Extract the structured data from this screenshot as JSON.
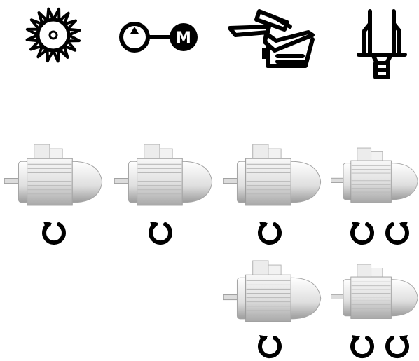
{
  "application_icons": [
    {
      "name": "saw-blade-icon"
    },
    {
      "name": "pump-motor-icon",
      "motor_letter": "M"
    },
    {
      "name": "press-machine-icon"
    },
    {
      "name": "fork-lift-icon"
    }
  ],
  "motor_rows": [
    {
      "motors": [
        {
          "rotations": [
            "clockwise"
          ]
        },
        {
          "rotations": [
            "clockwise"
          ]
        },
        {
          "rotations": [
            "clockwise"
          ]
        },
        {
          "rotations": [
            "clockwise",
            "counterclockwise"
          ]
        }
      ]
    },
    {
      "motors": [
        {
          "rotations": [
            "clockwise"
          ]
        },
        {
          "rotations": [
            "clockwise",
            "counterclockwise"
          ]
        }
      ]
    }
  ],
  "colors": {
    "icon": "#000000",
    "motor_body": "#e6e6e6",
    "motor_shadow": "#9a9a9a",
    "background": "#ffffff"
  }
}
